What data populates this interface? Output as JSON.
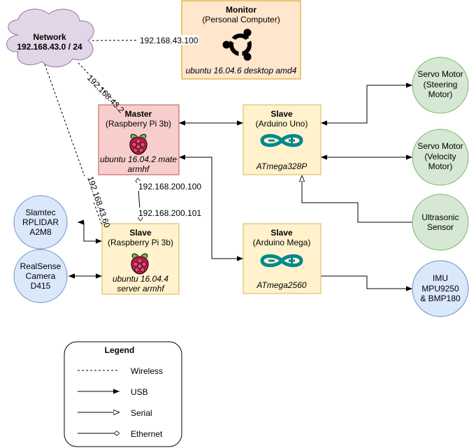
{
  "network": {
    "title": "Network",
    "subnet": "192.168.43.0 / 24"
  },
  "monitor": {
    "title": "Monitor",
    "subtitle": "(Personal Computer)",
    "os": "ubuntu 16.04.6 desktop amd4"
  },
  "master": {
    "title": "Master",
    "subtitle": "(Raspberry Pi 3b)",
    "os_line1": "ubuntu 16.04.2 mate",
    "os_line2": "armhf"
  },
  "slave_uno": {
    "title": "Slave",
    "subtitle": "(Arduino Uno)",
    "chip": "ATmega328P"
  },
  "slave_mega": {
    "title": "Slave",
    "subtitle": "(Arduino Mega)",
    "chip": "ATmega2560"
  },
  "slave_pi": {
    "title": "Slave",
    "subtitle": "(Raspberry Pi 3b)",
    "os_line1": "ubuntu 16.04.4",
    "os_line2": "server armhf"
  },
  "servo_steering": {
    "line1": "Servo Motor",
    "line2": "(Steering",
    "line3": "Motor)"
  },
  "servo_velocity": {
    "line1": "Servo Motor",
    "line2": "(Velocity",
    "line3": "Motor)"
  },
  "ultrasonic": {
    "line1": "Ultrasonic",
    "line2": "Sensor"
  },
  "imu": {
    "line1": "IMU",
    "line2": "MPU9250",
    "line3": "& BMP180"
  },
  "slamtec": {
    "line1": "Slamtec",
    "line2": "RPLIDAR",
    "line3": "A2M8"
  },
  "realsense": {
    "line1": "RealSense",
    "line2": "Camera",
    "line3": "D415"
  },
  "ip_labels": {
    "monitor_ip": "192.168.43.100",
    "master_wifi_ip": "192.168.43.2",
    "slave_wifi_ip": "192.168.43.60",
    "master_eth_ip": "192.168.200.100",
    "slave_eth_ip": "192.168.200.101"
  },
  "legend": {
    "title": "Legend",
    "items": [
      "Wireless",
      "USB",
      "Serial",
      "Ethernet"
    ]
  },
  "colors": {
    "monitor_fill": "#ffe6cc",
    "monitor_stroke": "#d79b00",
    "master_fill": "#f8cecc",
    "master_stroke": "#b85450",
    "slave_fill": "#fff2cc",
    "slave_stroke": "#d6b656",
    "green_fill": "#d5e8d4",
    "green_stroke": "#82b366",
    "blue_fill": "#dae8fc",
    "blue_stroke": "#6c8ebf",
    "cloud_fill": "#e1d5e7",
    "cloud_stroke": "#9673a6",
    "arduino": "#00878f",
    "raspberry": "#c51a4a",
    "leaf": "#6cc04a"
  },
  "icons": {
    "monitor": "ubuntu-logo-icon",
    "master": "raspberry-pi-icon",
    "slave_pi": "raspberry-pi-icon",
    "slave_uno": "arduino-logo-icon",
    "slave_mega": "arduino-logo-icon"
  }
}
